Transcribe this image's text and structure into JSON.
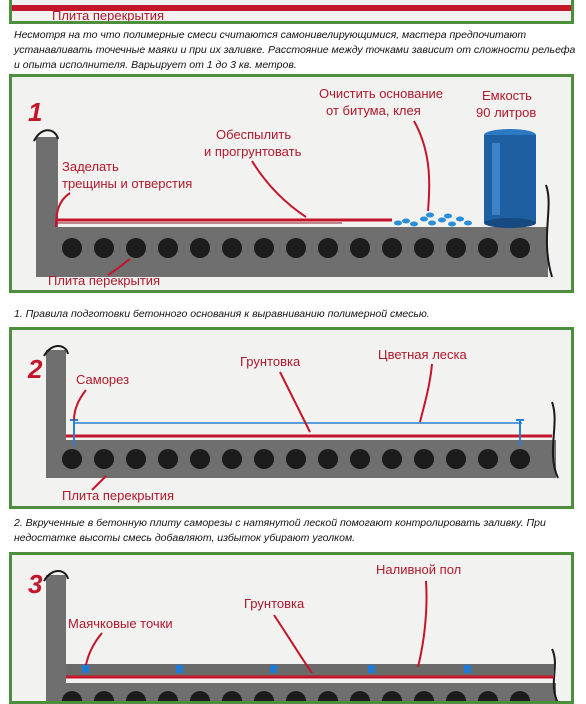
{
  "top_panel": {
    "slab_label": "Плита перекрытия"
  },
  "intro_text": "Несмотря на то что полимерные смеси считаются самонивелирующимися, мастера предпочитают устанавливать точечные маяки и при их заливке. Расстояние между точками зависит от сложности рельефа и опыта исполнителя. Варьирует от 1 до 3 кв. метров.",
  "panel1": {
    "number": "1",
    "labels": {
      "cracks_line1": "Заделать",
      "cracks_line2": "трещины и отверстия",
      "dust_line1": "Обеспылить",
      "dust_line2": "и прогрунтовать",
      "clean_line1": "Очистить основание",
      "clean_line2": "от битума, клея",
      "tank_line1": "Емкость",
      "tank_line2": "90 литров",
      "slab": "Плита перекрытия"
    },
    "caption": "1. Правила подготовки бетонного основания к выравниванию полимерной смесью."
  },
  "panel2": {
    "number": "2",
    "labels": {
      "screw": "Саморез",
      "primer": "Грунтовка",
      "line": "Цветная леска",
      "slab": "Плита перекрытия"
    },
    "caption": "2. Вкрученные в бетонную плиту саморезы с натянутой леской помогают контролировать заливку. При недостатке высоты смесь добавляют, избыток убирают уголком."
  },
  "panel3": {
    "number": "3",
    "labels": {
      "beacons": "Маячковые точки",
      "primer": "Грунтовка",
      "floor": "Наливной пол"
    }
  },
  "colors": {
    "accent_red": "#c4152b",
    "panel_border": "#4d8f3c",
    "slab_gray": "#6f6f6f",
    "hole_dark": "#1c1c1c",
    "line_blue": "#2a7fd0",
    "tank_blue": "#1d5fa0",
    "beacon_blue": "#1f7ad6"
  }
}
